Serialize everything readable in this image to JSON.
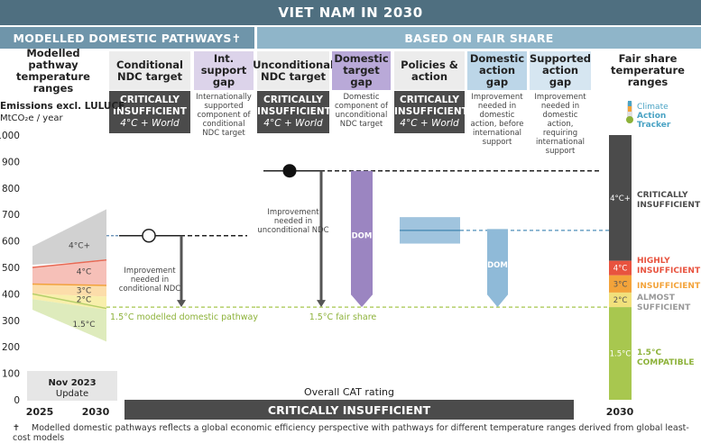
{
  "title": "VIET NAM IN 2030",
  "band_modelled": "MODELLED DOMESTIC PATHWAYS✝",
  "band_fairshare": "BASED ON FAIR SHARE",
  "columns": [
    "Modelled pathway temperature ranges",
    "Conditional NDC target",
    "Int. support gap",
    "Unconditional NDC target",
    "Domestic target gap",
    "Policies & action",
    "Domestic action gap",
    "Supported action gap",
    "Fair share temperature ranges"
  ],
  "ratings": {
    "conditional": {
      "line1": "CRITICALLY",
      "line2": "INSUFFICIENT",
      "line3": "4°C + World"
    },
    "unconditional": {
      "line1": "CRITICALLY",
      "line2": "INSUFFICIENT",
      "line3": "4°C + World"
    },
    "policies": {
      "line1": "CRITICALLY",
      "line2": "INSUFFICIENT",
      "line3": "4°C + World"
    }
  },
  "notes": {
    "int_support": "Internationally supported component of conditional NDC target",
    "domestic_target": "Domestic component of unconditional NDC target",
    "domestic_action": "Improvement needed in domestic action, before international support",
    "supported_action": "Improvement needed in domestic action, requiring international support"
  },
  "logo": {
    "line1": "Climate",
    "line2": "Action",
    "line3": "Tracker"
  },
  "chart_data": {
    "type": "bar",
    "ylabel_line1": "Emissions excl. LULUCF",
    "ylabel_line2": "MtCO₂e / year",
    "ylim": [
      0,
      1000
    ],
    "yticks": [
      0,
      100,
      200,
      300,
      400,
      500,
      600,
      700,
      800,
      900,
      1000
    ],
    "xticks": [
      "2025",
      "2030"
    ],
    "update_label_line1": "Nov 2023",
    "update_label_line2": "Update",
    "modelled_pathways": [
      {
        "name": "4°C+",
        "start": [
          510,
          580
        ],
        "end": [
          525,
          720
        ],
        "color": "#c9c9c9"
      },
      {
        "name": "4°C",
        "start": [
          435,
          500
        ],
        "end": [
          430,
          525
        ],
        "color": "#f5b5ab"
      },
      {
        "name": "3°C",
        "start": [
          400,
          435
        ],
        "end": [
          390,
          430
        ],
        "color": "#fbd79b"
      },
      {
        "name": "2°C",
        "start": [
          380,
          400
        ],
        "end": [
          340,
          390
        ],
        "color": "#f7ec9c"
      },
      {
        "name": "1.5°C",
        "start": [
          340,
          380
        ],
        "end": [
          220,
          340
        ],
        "color": "#d8e7b0"
      }
    ],
    "pathway_lines": [
      {
        "start": 500,
        "end": 528,
        "color": "#e86a55"
      },
      {
        "start": 437,
        "end": 432,
        "color": "#f2a23c"
      },
      {
        "start": 400,
        "end": 345,
        "color": "#b5cf6a"
      }
    ],
    "conditional_target": 620,
    "unconditional_target": 865,
    "modelled_1p5_level": 350,
    "fair_share_1p5_level": 350,
    "policies_range": [
      590,
      690
    ],
    "policies_mid": 640,
    "domestic_gap_top": 865,
    "domestic_action_top": 645,
    "dom_label": "DOM",
    "labels": {
      "improvement_conditional": "Improvement needed in conditional NDC",
      "improvement_unconditional": "Improvement needed in unconditional NDC",
      "modelled_1p5": "1.5°C modelled domestic pathway",
      "fair_share_1p5": "1.5°C fair share"
    },
    "fair_share_ranges": [
      {
        "name": "4°C+",
        "from": 525,
        "to": 1000,
        "color": "#4b4b4b",
        "label": "CRITICALLY INSUFFICIENT",
        "label_color": "#4b4b4b"
      },
      {
        "name": "4°C",
        "from": 470,
        "to": 525,
        "color": "#e8533f",
        "label": "HIGHLY INSUFFICIENT",
        "label_color": "#e8533f"
      },
      {
        "name": "3°C",
        "from": 405,
        "to": 470,
        "color": "#f3a33a",
        "label": "INSUFFICIENT",
        "label_color": "#f3a33a"
      },
      {
        "name": "2°C",
        "from": 350,
        "to": 405,
        "color": "#f1e07c",
        "label": "ALMOST SUFFICIENT",
        "label_color": "#999999"
      },
      {
        "name": "1.5°C",
        "from": 0,
        "to": 350,
        "color": "#a8c74f",
        "label": "1.5°C COMPATIBLE",
        "label_color": "#8db23a"
      }
    ],
    "fair_share_year": "2030",
    "overall_label": "Overall CAT rating",
    "overall_rating": "CRITICALLY INSUFFICIENT"
  },
  "footnote": "Modelled domestic pathways reflects a global economic efficiency perspective with pathways for different temperature ranges derived from global least-cost models",
  "footnote_symbol": "✝",
  "colors": {
    "title_bg": "#4f6f80",
    "band_modelled": "#6f95aa",
    "band_fairshare": "#8fb5c9",
    "purple": "#9b85c1",
    "blue": "#8fbad8",
    "dark": "#4b4b4b"
  }
}
